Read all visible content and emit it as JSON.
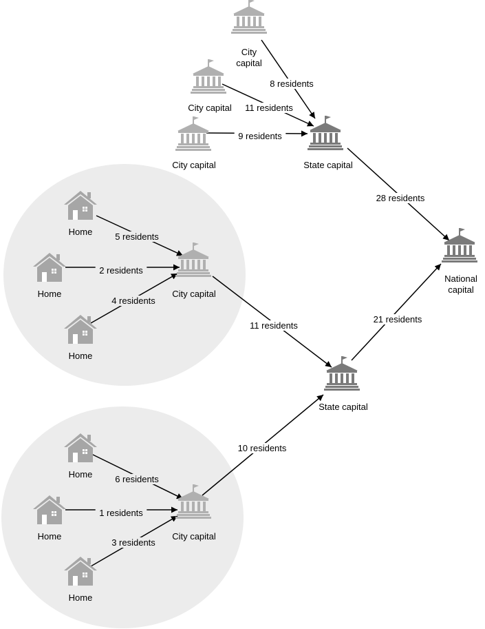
{
  "colors": {
    "group_background": "#ececec",
    "home_icon": "#a6a6a6",
    "city_icon": "#b0b0b0",
    "state_icon": "#7a7a7a",
    "national_icon": "#7a7a7a",
    "edge": "#000000"
  },
  "nodes": {
    "city_a": {
      "label_lines": [
        "City",
        "capital"
      ],
      "icon": "capitol-icon"
    },
    "city_b": {
      "label_lines": [
        "City capital"
      ],
      "icon": "capitol-icon"
    },
    "city_c": {
      "label_lines": [
        "City capital"
      ],
      "icon": "capitol-icon"
    },
    "state_top": {
      "label_lines": [
        "State capital"
      ],
      "icon": "capitol-icon"
    },
    "national": {
      "label_lines": [
        "National",
        "capital"
      ],
      "icon": "capitol-icon"
    },
    "home_1": {
      "label_lines": [
        "Home"
      ],
      "icon": "house-icon"
    },
    "home_2": {
      "label_lines": [
        "Home"
      ],
      "icon": "house-icon"
    },
    "home_3": {
      "label_lines": [
        "Home"
      ],
      "icon": "house-icon"
    },
    "city_mid": {
      "label_lines": [
        "City capital"
      ],
      "icon": "capitol-icon"
    },
    "state_bottom": {
      "label_lines": [
        "State capital"
      ],
      "icon": "capitol-icon"
    },
    "home_4": {
      "label_lines": [
        "Home"
      ],
      "icon": "house-icon"
    },
    "home_5": {
      "label_lines": [
        "Home"
      ],
      "icon": "house-icon"
    },
    "home_6": {
      "label_lines": [
        "Home"
      ],
      "icon": "house-icon"
    },
    "city_low": {
      "label_lines": [
        "City capital"
      ],
      "icon": "capitol-icon"
    }
  },
  "edges": [
    {
      "from": "city_a",
      "to": "state_top",
      "label": "8 residents"
    },
    {
      "from": "city_b",
      "to": "state_top",
      "label": "11 residents"
    },
    {
      "from": "city_c",
      "to": "state_top",
      "label": "9 residents"
    },
    {
      "from": "state_top",
      "to": "national",
      "label": "28 residents"
    },
    {
      "from": "home_1",
      "to": "city_mid",
      "label": "5 residents"
    },
    {
      "from": "home_2",
      "to": "city_mid",
      "label": "2 residents"
    },
    {
      "from": "home_3",
      "to": "city_mid",
      "label": "4 residents"
    },
    {
      "from": "city_mid",
      "to": "state_bottom",
      "label": "11 residents"
    },
    {
      "from": "state_bottom",
      "to": "national",
      "label": "21 residents"
    },
    {
      "from": "home_4",
      "to": "city_low",
      "label": "6 residents"
    },
    {
      "from": "home_5",
      "to": "city_low",
      "label": "1 residents"
    },
    {
      "from": "home_6",
      "to": "city_low",
      "label": "3 residents"
    },
    {
      "from": "city_low",
      "to": "state_bottom",
      "label": "10 residents"
    }
  ]
}
